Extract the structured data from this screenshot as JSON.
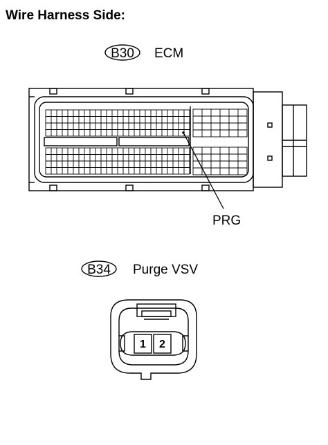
{
  "header": {
    "title": "Wire Harness Side:"
  },
  "connectors": [
    {
      "code": "B30",
      "name": "ECM",
      "pin_label": "PRG"
    },
    {
      "code": "B34",
      "name": "Purge VSV",
      "pins": [
        "1",
        "2"
      ]
    }
  ],
  "style": {
    "line_color": "#000000",
    "background": "#ffffff"
  }
}
